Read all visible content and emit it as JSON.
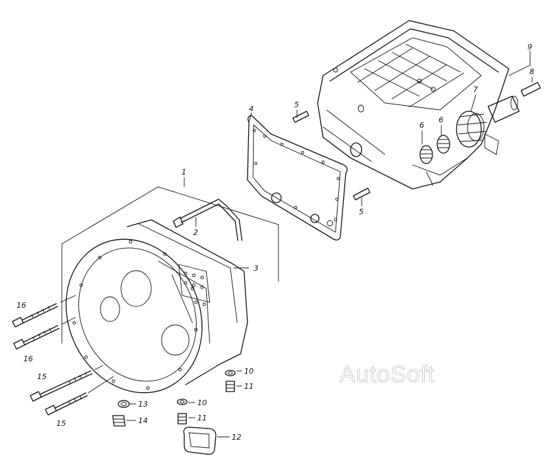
{
  "watermark": {
    "text": "AutoSoft",
    "color": "#cfcfcf"
  },
  "colors": {
    "line": "#111111",
    "background": "#ffffff"
  },
  "callouts": {
    "c1": "1",
    "c2": "2",
    "c3": "3",
    "c4": "4",
    "c5a": "5",
    "c5b": "5",
    "c6a": "6",
    "c6b": "6",
    "c7": "7",
    "c8": "8",
    "c9": "9",
    "c10a": "10",
    "c10b": "10",
    "c11a": "11",
    "c11b": "11",
    "c12": "12",
    "c13": "13",
    "c14": "14",
    "c15a": "15",
    "c15b": "15",
    "c16a": "16",
    "c16b": "16"
  }
}
